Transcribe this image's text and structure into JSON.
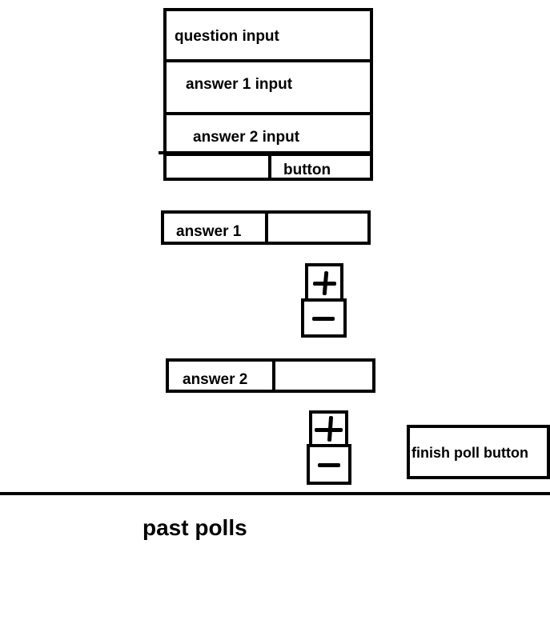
{
  "form": {
    "question_input_label": "question input",
    "answer1_input_label": "answer 1 input",
    "answer2_input_label": "answer 2 input",
    "button_label": "button"
  },
  "answers": [
    {
      "label": "answer 1",
      "plus_icon": "plus-icon",
      "minus_icon": "minus-icon"
    },
    {
      "label": "answer 2",
      "plus_icon": "plus-icon",
      "minus_icon": "minus-icon"
    }
  ],
  "finish_poll_label": "finish poll button",
  "past_polls_heading": "past polls"
}
